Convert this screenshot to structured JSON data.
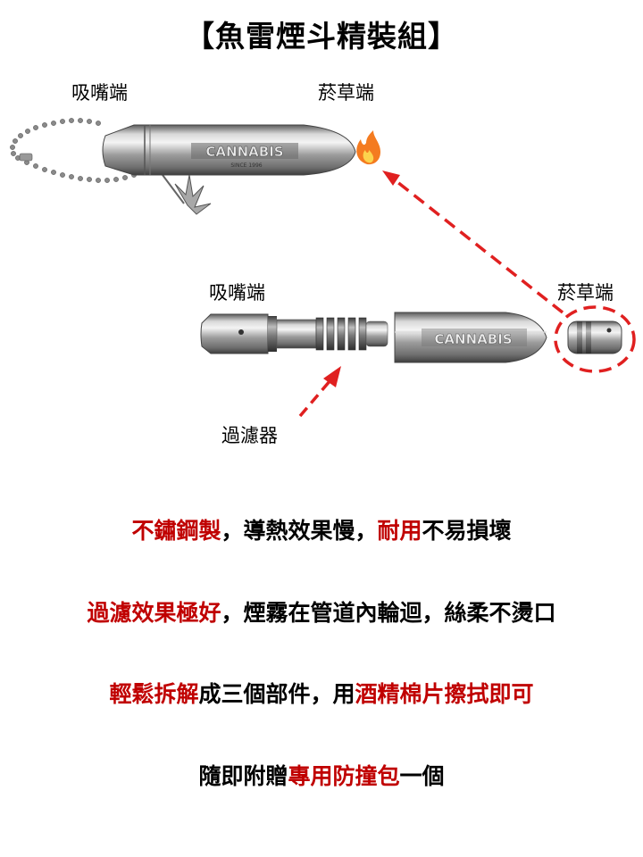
{
  "title": "【魚雷煙斗精裝組】",
  "labels": {
    "mouth_end_top": "吸嘴端",
    "tobacco_end_top": "菸草端",
    "mouth_end_mid": "吸嘴端",
    "tobacco_end_mid": "菸草端",
    "filter": "過濾器"
  },
  "product": {
    "brand": "CANNABIS",
    "since": "SINCE 1996",
    "brand_mid": "CANNABIS"
  },
  "features": [
    {
      "red1": "不鏽鋼製",
      "black1": "，導熱效果慢，",
      "red2": "耐用",
      "black2": "不易損壞"
    },
    {
      "red1": "過濾效果極好",
      "black1": "，煙霧在管道內輪迴，絲柔不燙口",
      "red2": "",
      "black2": ""
    },
    {
      "red1": "輕鬆拆解",
      "black1": "成三個部件，用",
      "red2": "酒精棉片擦拭即可",
      "black2": ""
    },
    {
      "red1": "",
      "black1": "隨即附贈",
      "red2": "專用防撞包",
      "black2": "一個"
    }
  ],
  "colors": {
    "accent_red": "#c00000",
    "arrow_red": "#e02020",
    "metal": "#9a9a9a"
  }
}
